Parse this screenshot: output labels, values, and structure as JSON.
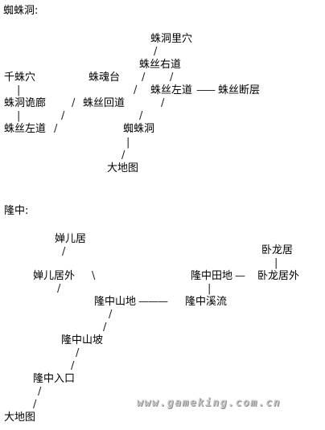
{
  "spider_cave": {
    "heading": "蜘蛛洞:",
    "nodes": {
      "cave_inner": "蛛洞里穴",
      "silk_right": "蛛丝右道",
      "thousand_spider": "千蛛穴",
      "spider_soul": "蛛魂台",
      "weird_corridor": "蛛洞诡廊",
      "silk_return": "蛛丝回道",
      "silk_left_mid": "蛛丝左道",
      "silk_fault": "蛛丝断层",
      "silk_left_low": "蛛丝左道",
      "spider_cave": "蜘蛛洞",
      "world_map": "大地图"
    },
    "connectors": {
      "c1": "/",
      "c2": "/",
      "c3": "/",
      "c4": "/",
      "c5": "|",
      "c6": "——",
      "c7": "/",
      "c8": "/",
      "c9": "|",
      "c10": "/",
      "c11": "/",
      "c12": "/",
      "c13": "|",
      "c14": "/"
    }
  },
  "longzhong": {
    "heading": "隆中:",
    "nodes": {
      "chaner_house": "婵儿居",
      "wolong_house": "卧龙居",
      "chaner_outside": "婵儿居外",
      "longzhong_field": "隆中田地",
      "wolong_outside": "卧龙居外",
      "longzhong_mountain": "隆中山地",
      "longzhong_stream": "隆中溪流",
      "longzhong_slope": "隆中山坡",
      "longzhong_entrance": "隆中入口",
      "world_map": "大地图"
    },
    "connectors": {
      "d1": "/",
      "d2": "|",
      "d3": "—",
      "d4": "\\",
      "d5": "/",
      "d6": "———",
      "d7": "|",
      "d8": "/",
      "d9": "/",
      "d10": "/",
      "d11": "/",
      "d12": "/"
    }
  },
  "watermark": "www.gameking.com.cn"
}
